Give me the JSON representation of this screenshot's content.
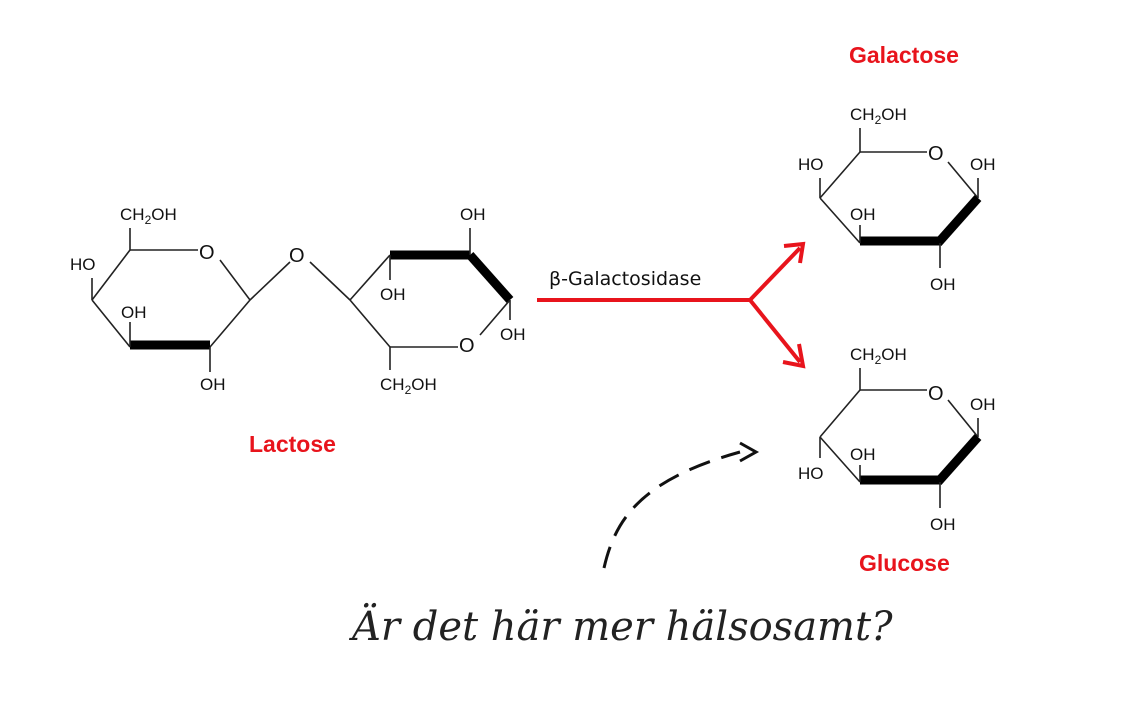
{
  "labels": {
    "lactose": "Lactose",
    "galactose": "Galactose",
    "glucose": "Glucose",
    "enzyme": "β-Galactosidase",
    "caption": "Är det här mer hälsosamt?"
  },
  "atoms": {
    "ch2": "CH",
    "two": "2",
    "oh_suffix": "OH",
    "oh": "OH",
    "ho": "HO",
    "o": "O"
  },
  "colors": {
    "accent": "#e8141c",
    "ink": "#111111"
  }
}
